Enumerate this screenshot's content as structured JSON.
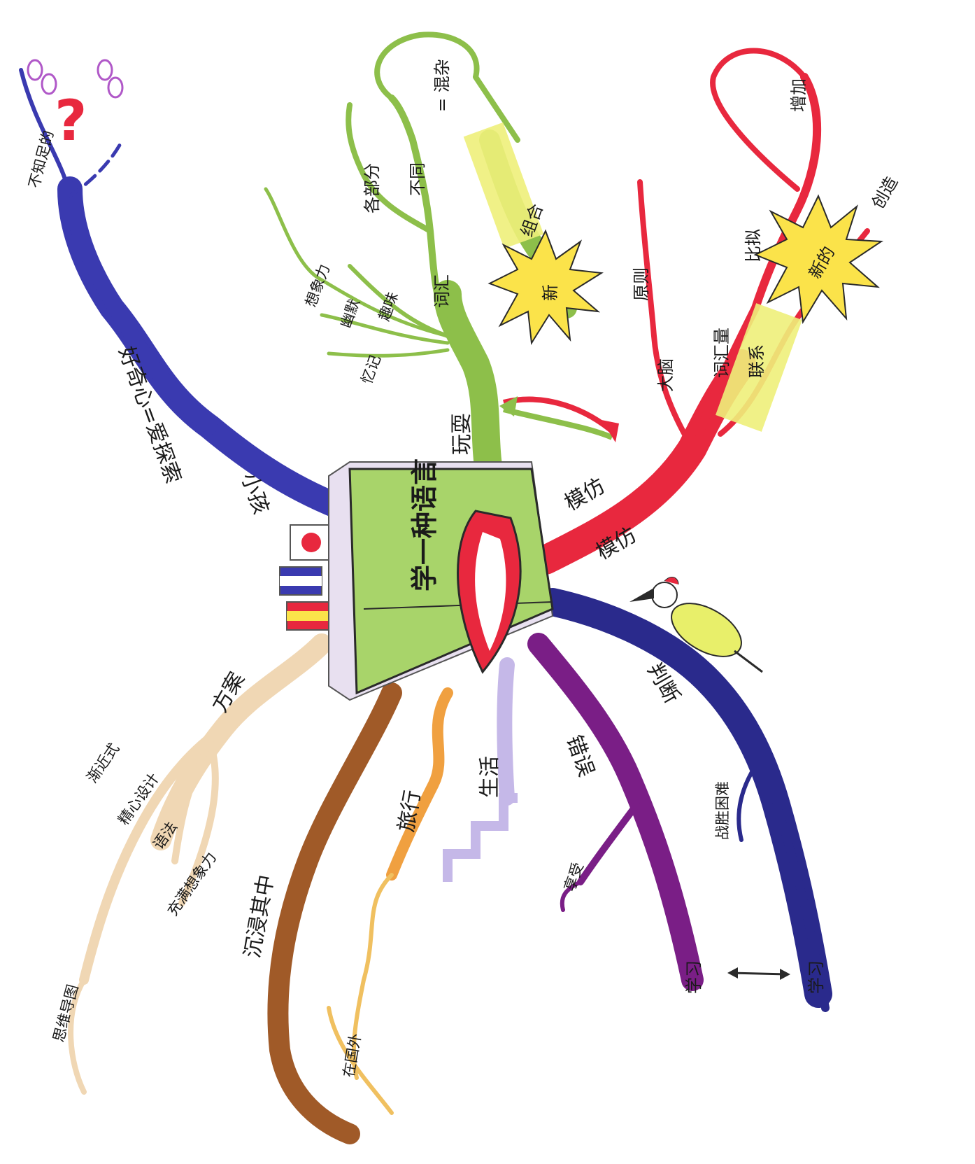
{
  "central": {
    "title": "学一种语言"
  },
  "branches": {
    "play": {
      "label": "玩耍",
      "words": "词汇",
      "parts": "各部分",
      "different": "不同",
      "mix": "= 混杂",
      "combine": "组合",
      "new": "新",
      "interest": "趣味",
      "humor": "幽默",
      "imagination": "想象力",
      "memory": "忆记"
    },
    "imitate": {
      "label_upper": "模仿",
      "label_lower": "模仿",
      "brain": "大脑",
      "rule": "原则",
      "vocab": "词汇量",
      "link": "联系",
      "metaphor": "比拟",
      "add": "增加",
      "new": "新的",
      "create": "创造"
    },
    "judge": {
      "label": "判断",
      "overcome": "战胜困难",
      "learn": "学习"
    },
    "mistake": {
      "label": "错误",
      "enjoy": "享受",
      "learn": "学习"
    },
    "life": {
      "label": "生活"
    },
    "travel": {
      "label": "旅行"
    },
    "immerse": {
      "label": "沉浸其中",
      "abroad": "在国外"
    },
    "plan": {
      "label": "方案",
      "gradual": "渐近式",
      "careful": "精心设计",
      "grammar": "语法",
      "imaginative": "充满想象力",
      "mindmap": "思维导图"
    },
    "curious": {
      "label_a": "好奇心=爱探索",
      "label_b": "小孩",
      "unknown": "不知足的"
    }
  },
  "colors": {
    "green": "#8dbf4a",
    "red": "#e8283e",
    "navy": "#2a2a8c",
    "purple": "#7a1e86",
    "lavender": "#c5b8e8",
    "orange": "#f0a040",
    "brown": "#a05a28",
    "beige": "#f0d7b4",
    "blue": "#3a3ab0",
    "highlight": "#eef07a",
    "book": "#a8d46a"
  }
}
